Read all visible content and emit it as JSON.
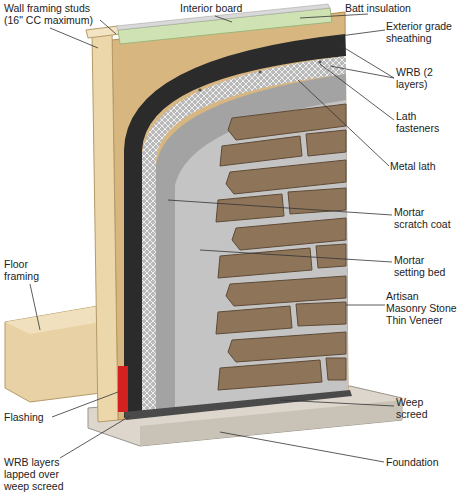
{
  "diagram": {
    "labels": [
      "Wall framing studs (16\" CC maximum)",
      "Interior board",
      "Batt insulation",
      "Exterior grade sheathing",
      "WRB (2 layers)",
      "Lath fasteners",
      "Metal lath",
      "Mortar scratch coat",
      "Mortar setting bed",
      "Floor framing",
      "Artisan Masonry Stone Thin Veneer",
      "Weep screed",
      "Flashing",
      "Foundation",
      "WRB layers lapped over weep screed"
    ]
  }
}
